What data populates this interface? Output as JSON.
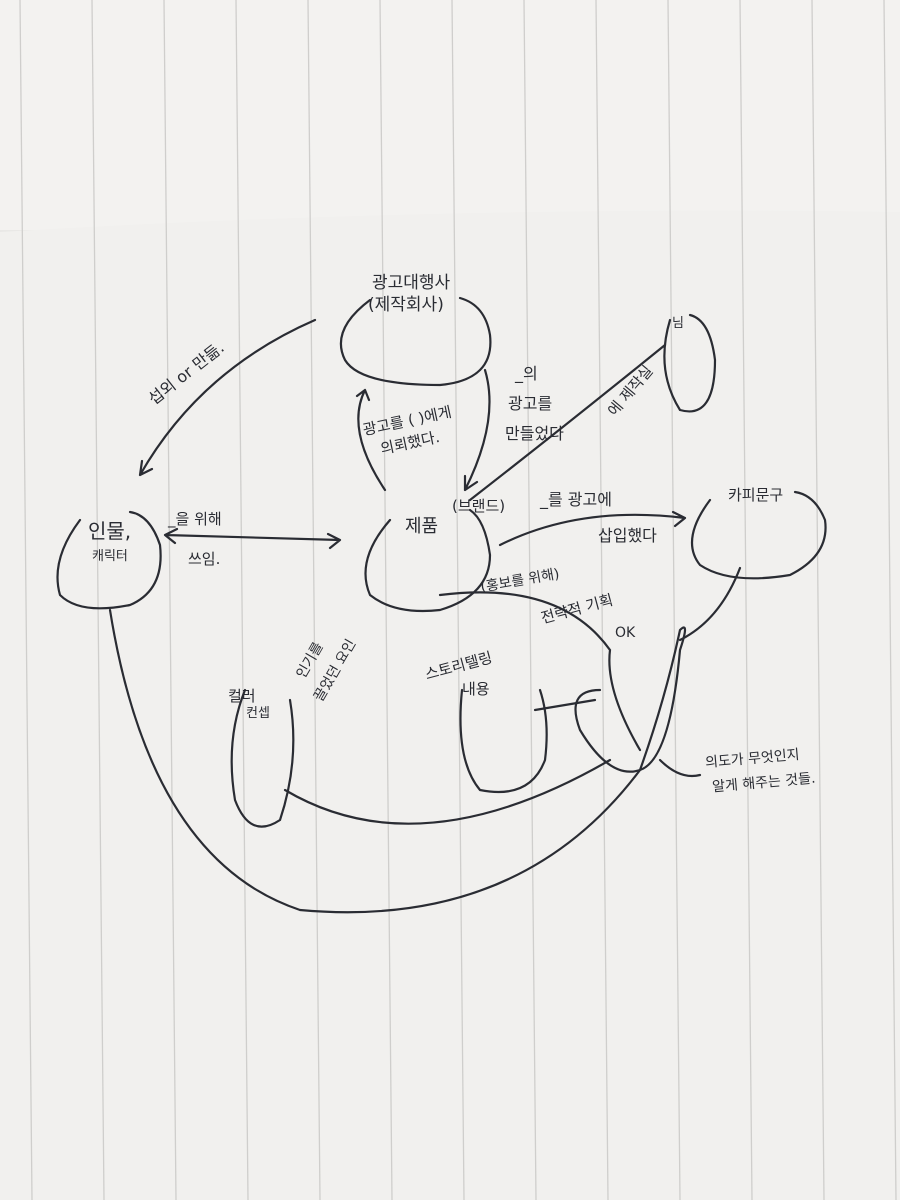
{
  "colors": {
    "paper": "#f2f1ef",
    "ink": "#2a2c33",
    "rule": "#c9c8c6"
  },
  "nodes": {
    "agency": {
      "title": "광고대행사",
      "subtitle": "(제작회사)"
    },
    "person": {
      "title": "인물,",
      "subtitle": "캐릭터"
    },
    "product": {
      "title": "제품",
      "subtitle": "(브랜드)"
    },
    "copy": {
      "title": "카피문구"
    },
    "color": {
      "title": "컬러",
      "subtitle": "컨셉"
    },
    "story": {
      "title": "스토리텔링",
      "subtitle": "내용"
    },
    "top_right": {
      "title": "님"
    }
  },
  "labels": {
    "recruit": "섭외 or 만듦.",
    "request_1": "광고를 ( )에게",
    "request_2": "의뢰했다.",
    "made_1": "_의",
    "made_2": "광고를",
    "made_3": "만들었다",
    "produce": "에 제작실",
    "used_1": "_을 위해",
    "used_2": "쓰임.",
    "insert_1": "_를 광고에",
    "insert_2": "삽입했다",
    "promo": "(홍보를 위해)",
    "strategy": "전략적 기획",
    "ok": "OK",
    "popular_1": "인기를",
    "popular_2": "끌었던 요인",
    "intent_1": "의도가 무엇인지",
    "intent_2": "알게 해주는 것들."
  }
}
